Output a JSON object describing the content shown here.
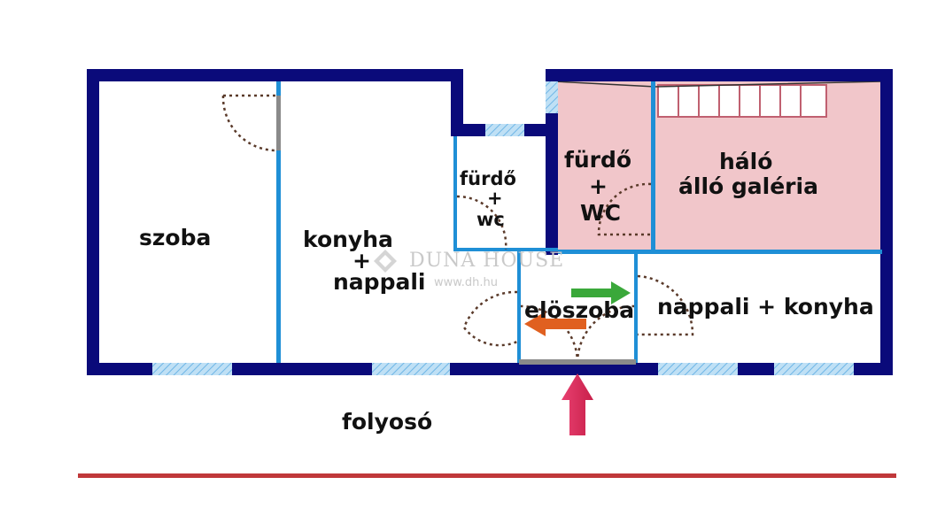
{
  "rooms": {
    "szoba": "szoba",
    "konyha_nappali": {
      "line1": "konyha",
      "line2": "+",
      "line3": "nappali"
    },
    "furdo_small": {
      "line1": "fürdő",
      "line2": "+",
      "line3": "wc"
    },
    "furdo_pink": {
      "line1": "fürdő",
      "line2": "+",
      "line3": "WC"
    },
    "halo": {
      "line1": "háló",
      "line2": "álló galéria"
    },
    "eloszoba": "elöszoba",
    "nappali_konyha": "nappali + konyha",
    "folyoso": "folyosó"
  },
  "watermark": {
    "brand": "DUNA HOUSE",
    "url": "www.dh.hu"
  },
  "colors": {
    "outer_wall": "#0a0a7a",
    "inner_wall": "#1f8fd6",
    "window": "#9fd0ef",
    "pink_room": "#f1c6ca",
    "corridor_line": "#c0383a",
    "entry_arrow": "#e0305a",
    "arrow_green": "#3aa83a",
    "arrow_orange": "#e06020"
  }
}
